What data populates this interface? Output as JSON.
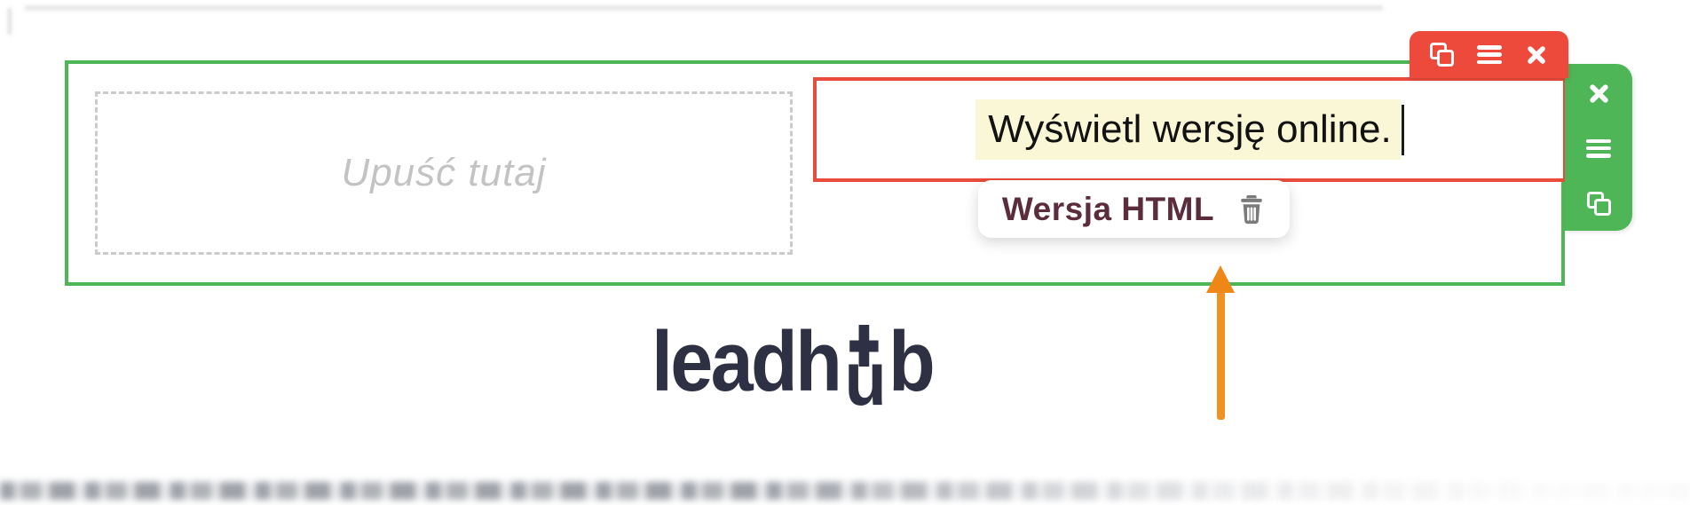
{
  "editor": {
    "dropzone": {
      "placeholder": "Upuść tutaj"
    },
    "text_block": {
      "content": "Wyświetl wersję online."
    },
    "element_toolbar": {
      "icons": [
        "copy-icon",
        "menu-icon",
        "close-icon"
      ]
    },
    "row_toolbar": {
      "icons": [
        "close-icon",
        "menu-icon",
        "copy-icon"
      ]
    },
    "element_label": {
      "text": "Wersja HTML",
      "icon": "trash-icon"
    },
    "annotation": {
      "icon": "arrow-up-icon"
    },
    "logo": {
      "part1": "leadh",
      "plus_symbol": "+",
      "part2": "u",
      "part3": "b"
    },
    "colors": {
      "row_accent": "#4eb657",
      "element_accent": "#ee4a3c",
      "highlight": "#faf7d6",
      "label_text": "#5b2c3c",
      "arrow": "#f09122",
      "logo": "#2e3044"
    }
  }
}
